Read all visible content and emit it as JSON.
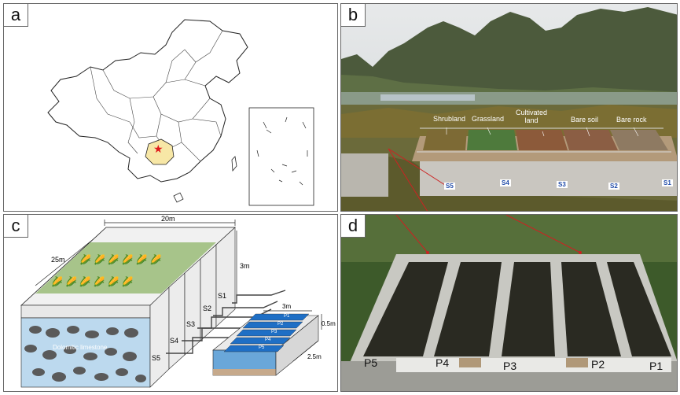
{
  "panels": {
    "a": {
      "label": "a",
      "marker_icon": "star-icon"
    },
    "b": {
      "label": "b",
      "land_uses": [
        "Shrubland",
        "Grassland",
        "Cultivated land",
        "Bare soil",
        "Bare rock"
      ],
      "land_use_cultivated_line1": "Cultivated",
      "land_use_cultivated_line2": "land",
      "plots": [
        "S5",
        "S4",
        "S3",
        "S2",
        "S1"
      ]
    },
    "c": {
      "label": "c",
      "dim_width": "20m",
      "dim_length": "25m",
      "dim_depth": "3m",
      "bedrock": "Dolomitic limestone",
      "outlets": [
        "S1",
        "S2",
        "S3",
        "S4",
        "S5"
      ],
      "tank_width": "3m",
      "tank_depth": "0.5m",
      "tank_length": "2.5m",
      "tank_labels": [
        "P1",
        "P2",
        "P3",
        "P4",
        "P5"
      ]
    },
    "d": {
      "label": "d",
      "pools": [
        "P5",
        "P4",
        "P3",
        "P2",
        "P1"
      ]
    }
  },
  "colors": {
    "province_highlight": "#f7e7a6",
    "star": "#e0191b",
    "sky": "#dfe3e6",
    "mountain": "#4c5a3c",
    "water_tank": "#1f6fc5",
    "callout_line": "#cc2222"
  }
}
